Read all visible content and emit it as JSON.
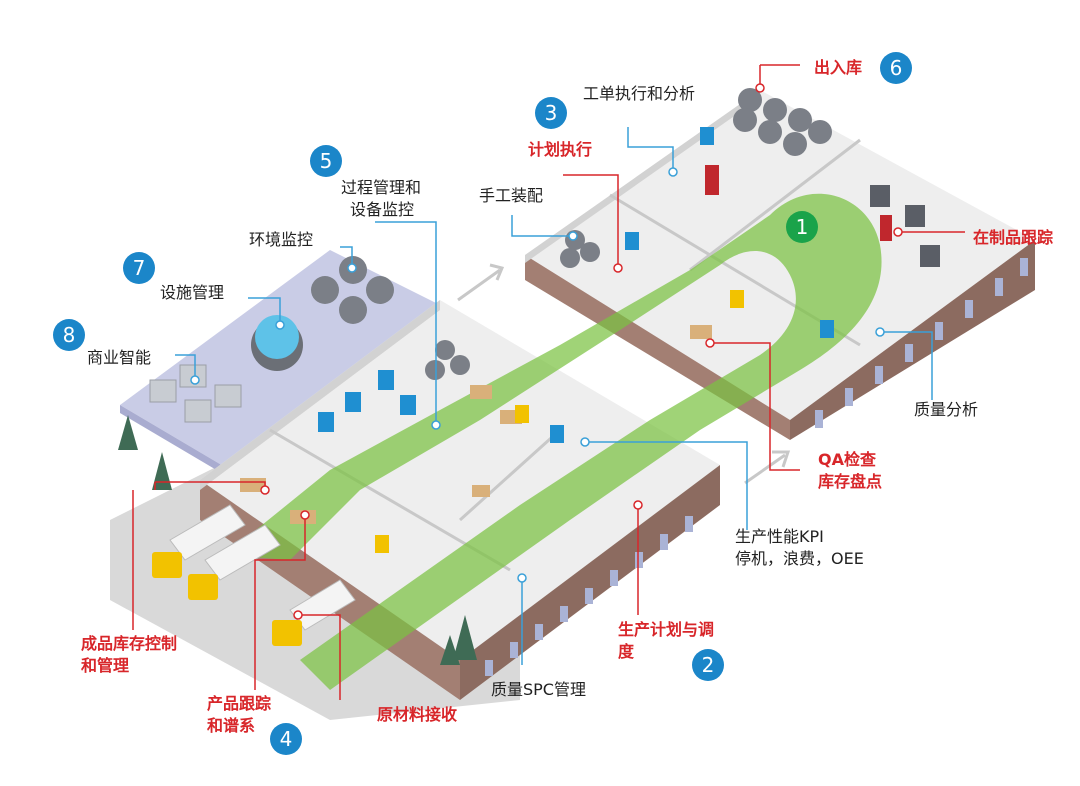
{
  "colors": {
    "badge_blue": "#1b86c9",
    "badge_green": "#1aa34a",
    "label_red": "#d8262a",
    "flow_green": "#7cc242",
    "leader_blue": "#3aa0d8"
  },
  "badges": [
    {
      "number": "1",
      "color": "green"
    },
    {
      "number": "2",
      "color": "blue"
    },
    {
      "number": "3",
      "color": "blue"
    },
    {
      "number": "4",
      "color": "blue"
    },
    {
      "number": "5",
      "color": "blue"
    },
    {
      "number": "6",
      "color": "blue"
    },
    {
      "number": "7",
      "color": "blue"
    },
    {
      "number": "8",
      "color": "blue"
    }
  ],
  "labels": {
    "work_order": "工单执行和分析",
    "inbound_outbound": "出入库",
    "plan_execution": "计划执行",
    "process_mgmt_line1": "过程管理和",
    "process_mgmt_line2": "设备监控",
    "manual_assembly": "手工装配",
    "env_monitor": "环境监控",
    "facility_mgmt": "设施管理",
    "business_intel": "商业智能",
    "wip_tracking": "在制品跟踪",
    "quality_analysis": "质量分析",
    "qa_line1": "QA检查",
    "qa_line2": "库存盘点",
    "kpi_line1": "生产性能KPI",
    "kpi_line2": "停机，浪费，OEE",
    "schedule_line1": "生产计划与调",
    "schedule_line2": "度",
    "fg_inventory_line1": "成品库存控制",
    "fg_inventory_line2": "和管理",
    "traceability_line1": "产品跟踪",
    "traceability_line2": "和谱系",
    "raw_material": "原材料接收",
    "spc": "质量SPC管理"
  }
}
